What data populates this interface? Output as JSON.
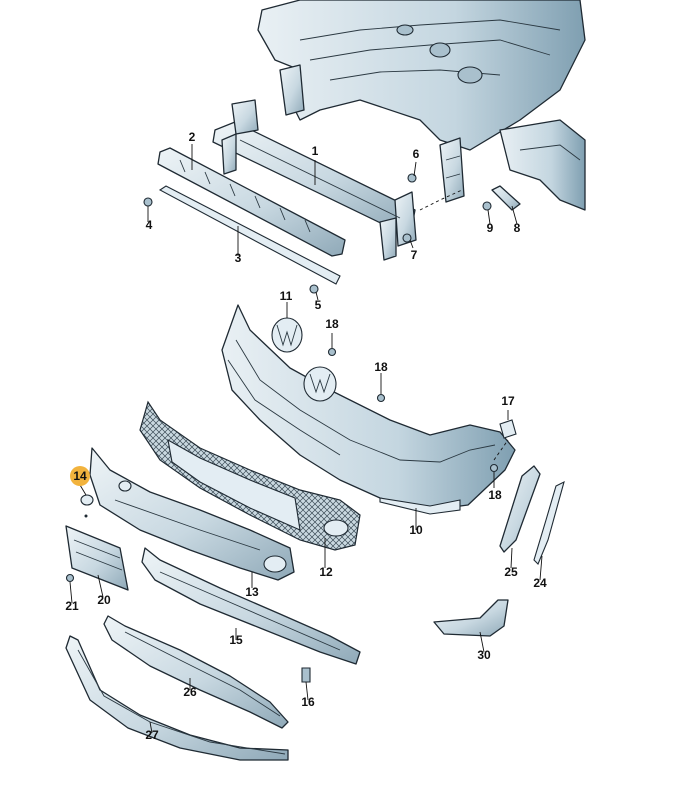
{
  "colors": {
    "part_fill_light": "#e6eef3",
    "part_fill_dark": "#9fb8c6",
    "outline": "#1f2a33",
    "highlight": "#f2b33d"
  },
  "callouts": [
    {
      "id": "1",
      "label": "1"
    },
    {
      "id": "2",
      "label": "2"
    },
    {
      "id": "3",
      "label": "3"
    },
    {
      "id": "4",
      "label": "4"
    },
    {
      "id": "5",
      "label": "5"
    },
    {
      "id": "6",
      "label": "6"
    },
    {
      "id": "7",
      "label": "7"
    },
    {
      "id": "8",
      "label": "8"
    },
    {
      "id": "9",
      "label": "9"
    },
    {
      "id": "10",
      "label": "10"
    },
    {
      "id": "11",
      "label": "11"
    },
    {
      "id": "12",
      "label": "12"
    },
    {
      "id": "13",
      "label": "13"
    },
    {
      "id": "14",
      "label": "14",
      "highlighted": true
    },
    {
      "id": "15",
      "label": "15"
    },
    {
      "id": "16",
      "label": "16"
    },
    {
      "id": "17",
      "label": "17"
    },
    {
      "id": "18a",
      "label": "18"
    },
    {
      "id": "18b",
      "label": "18"
    },
    {
      "id": "18c",
      "label": "18"
    },
    {
      "id": "20",
      "label": "20"
    },
    {
      "id": "21",
      "label": "21"
    },
    {
      "id": "24",
      "label": "24"
    },
    {
      "id": "25",
      "label": "25"
    },
    {
      "id": "26",
      "label": "26"
    },
    {
      "id": "27",
      "label": "27"
    },
    {
      "id": "30",
      "label": "30"
    }
  ]
}
